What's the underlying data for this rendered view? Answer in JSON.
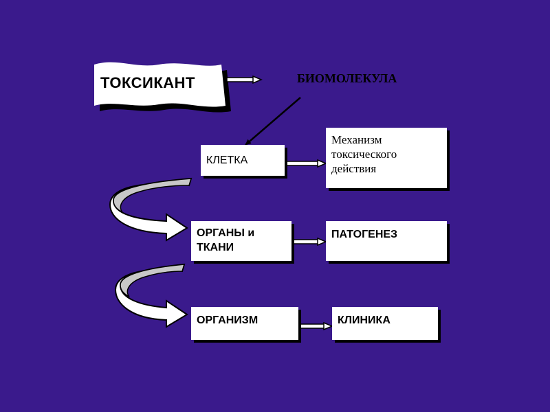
{
  "colors": {
    "background": "#3a1a8c",
    "box_fill": "#ffffff",
    "shadow": "#000000",
    "curved_arrow_fill": "#ffffff",
    "curved_arrow_shade": "#c8c8c8"
  },
  "diagram": {
    "toxicant": "ТОКСИКАНТ",
    "biomolecule": "БИОМОЛЕКУЛА",
    "cell": "КЛЕТКА",
    "mechanism": {
      "line1": "Механизм",
      "line2": "токсического",
      "line3": "действия"
    },
    "organs": {
      "line1": "ОРГАНЫ и",
      "line2": "ТКАНИ"
    },
    "pathogenesis": "ПАТОГЕНЕЗ",
    "organism": "ОРГАНИЗМ",
    "clinic": "КЛИНИКА"
  },
  "icons": {
    "straight_arrow": "arrow-right-icon",
    "curved_arrow": "curved-arrow-icon",
    "diagonal_arrow": "diagonal-arrow-icon"
  }
}
